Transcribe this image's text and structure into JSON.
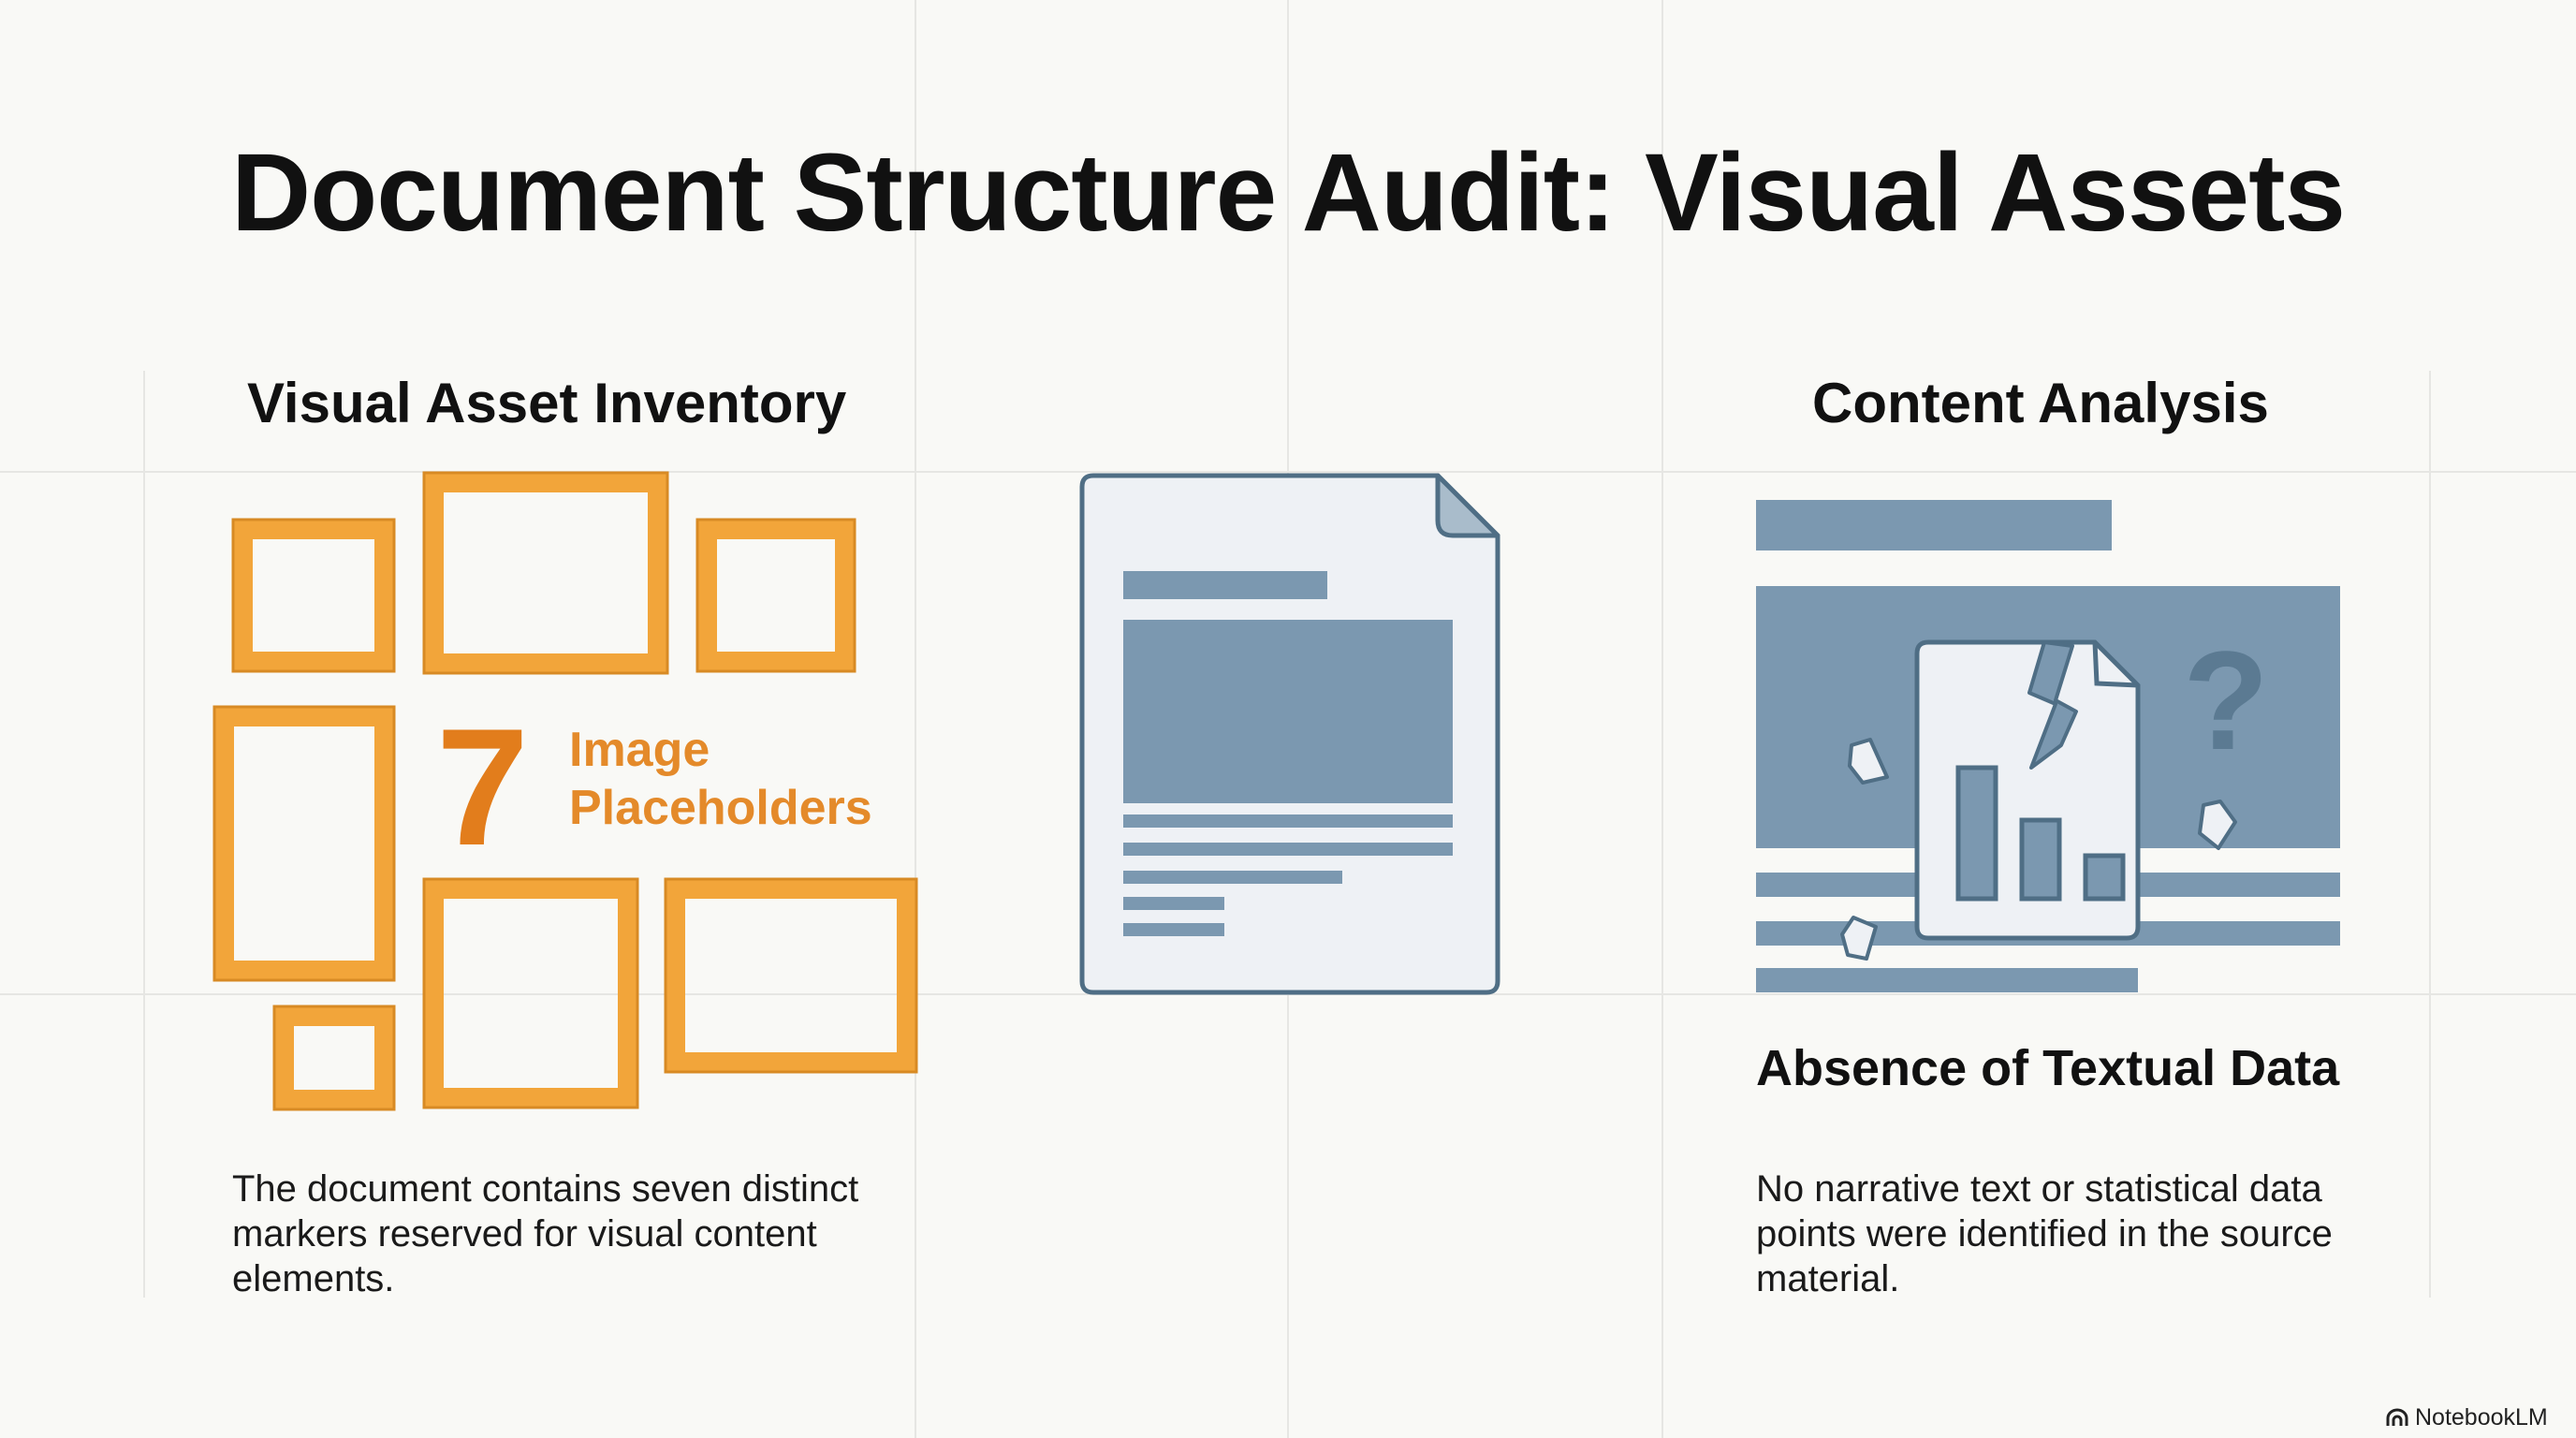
{
  "title": "Document Structure Audit: Visual Assets",
  "left_panel": {
    "heading": "Visual Asset Inventory",
    "count": "7",
    "label_line1": "Image",
    "label_line2": "Placeholders",
    "placeholder_count": 7,
    "description": "The document contains seven distinct markers reserved for visual content elements."
  },
  "center_panel": {
    "icon": "document-icon"
  },
  "right_panel": {
    "heading": "Content Analysis",
    "icon": "broken-document-icon",
    "question_icon": "question-mark-icon",
    "subheading": "Absence of Textual Data",
    "description": "No narrative text or statistical data points were identified in the source material."
  },
  "branding": {
    "logo_icon": "notebooklm-logo-icon",
    "text": "NotebookLM"
  },
  "colors": {
    "frame_orange": "#f2a53a",
    "count_orange": "#e27d1c",
    "slate_blue": "#7b98b0",
    "document_fill": "#eef1f5",
    "document_outline": "#4f6e85"
  }
}
